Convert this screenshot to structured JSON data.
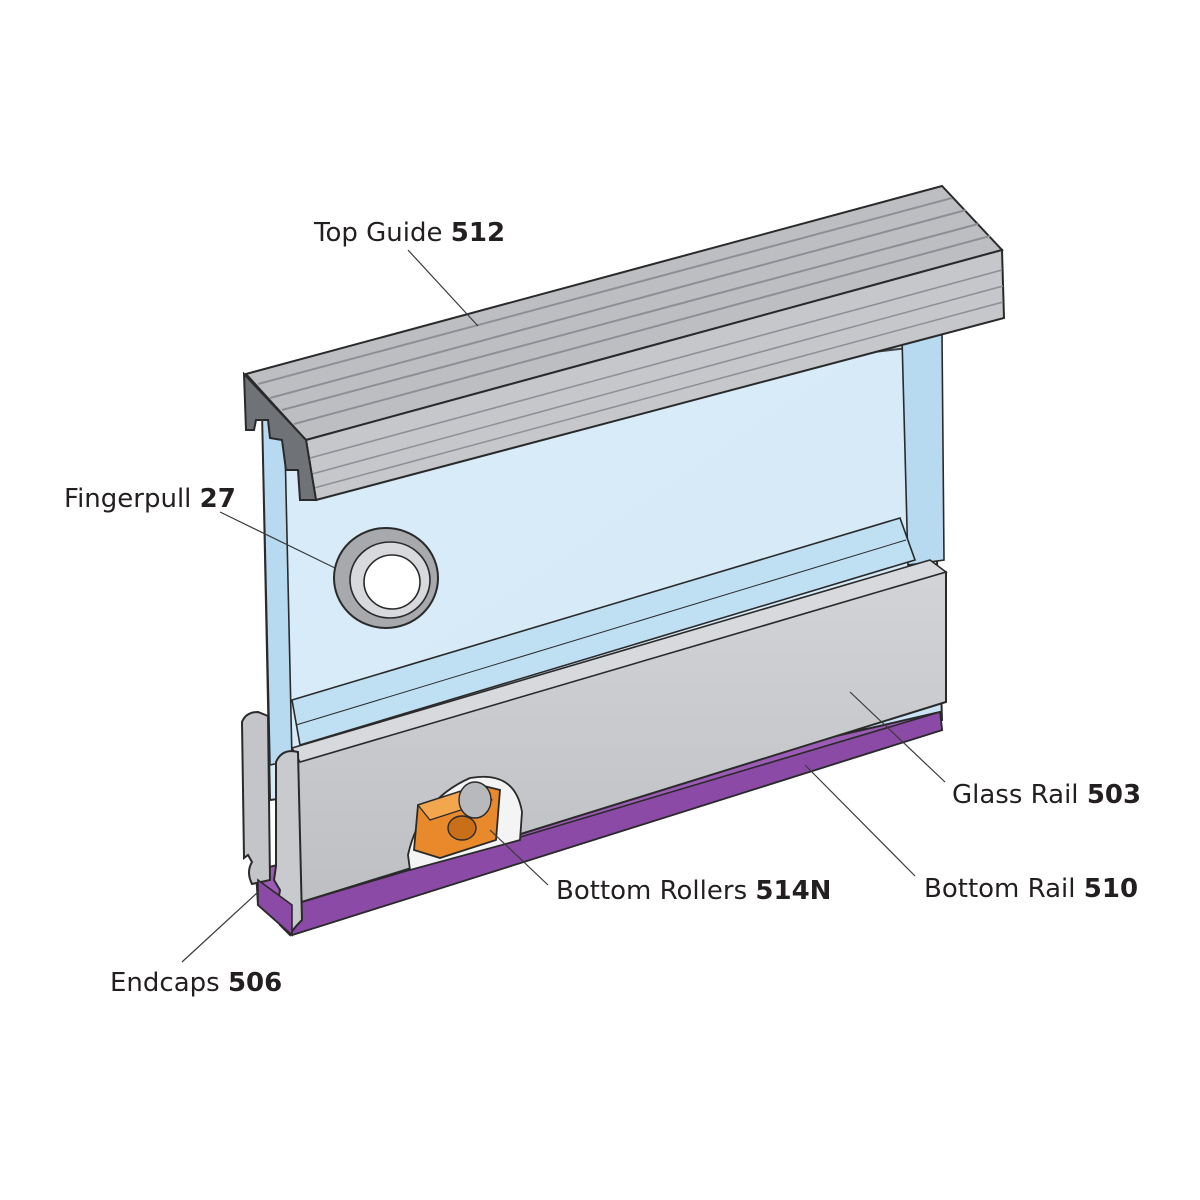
{
  "labels": {
    "top_guide": {
      "name": "Top Guide",
      "part": "512"
    },
    "fingerpull": {
      "name": "Fingerpull",
      "part": "27"
    },
    "glass_rail": {
      "name": "Glass Rail",
      "part": "503"
    },
    "bottom_rollers": {
      "name": "Bottom Rollers",
      "part": "514N"
    },
    "bottom_rail": {
      "name": "Bottom Rail",
      "part": "510"
    },
    "endcaps": {
      "name": "Endcaps",
      "part": "506"
    }
  },
  "colors": {
    "glass": "#cfe6f6",
    "glass_edge": "#9cc9ea",
    "aluminium": "#c4c6ca",
    "aluminium_dark": "#8f9297",
    "bottom_rail": "#9b5bb5",
    "roller": "#e8892b",
    "outline": "#2a2a2a"
  }
}
